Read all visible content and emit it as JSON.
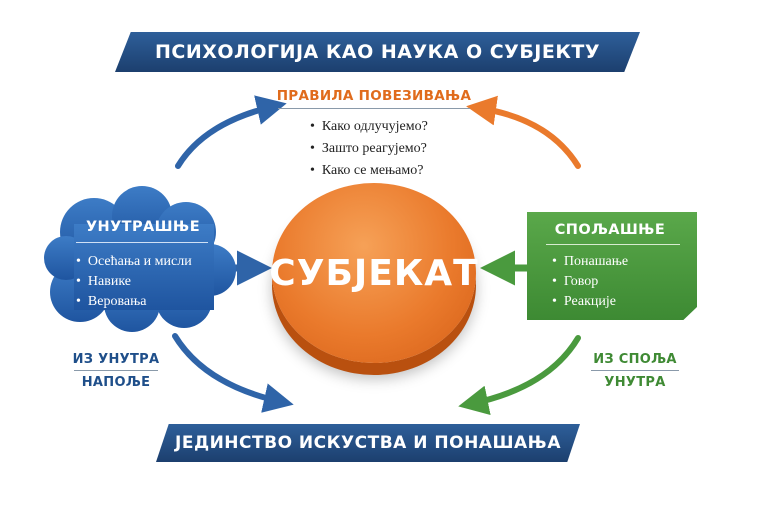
{
  "title": "ПСИХОЛОГИЈА КАО НАУКА О СУБЈЕКТУ",
  "footer": "ЈЕДИНСТВО ИСКУСТВА И ПОНАШАЊА",
  "rules": {
    "title": "ПРАВИЛА ПОВЕЗИВАЊА",
    "items": [
      "Како одлучујемо?",
      "Зашто реагујемо?",
      "Како се мењамо?"
    ]
  },
  "center": {
    "label": "СУБЈЕКАТ"
  },
  "inner": {
    "title": "УНУТРАШЊЕ",
    "items": [
      "Осећања и мисли",
      "Навике",
      "Веровања"
    ]
  },
  "outer": {
    "title": "СПОЉАШЊЕ",
    "items": [
      "Понашање",
      "Говор",
      "Реакције"
    ]
  },
  "flows": {
    "inside_out": {
      "line1": "ИЗ УНУТРА",
      "line2": "НАПОЉЕ"
    },
    "outside_in": {
      "line1": "ИЗ СПОЉА",
      "line2": "УНУТРА"
    }
  },
  "colors": {
    "navy": "#1c3f6e",
    "blue": "#2f64a8",
    "orange": "#ea7a2c",
    "green": "#4a9a3e"
  }
}
